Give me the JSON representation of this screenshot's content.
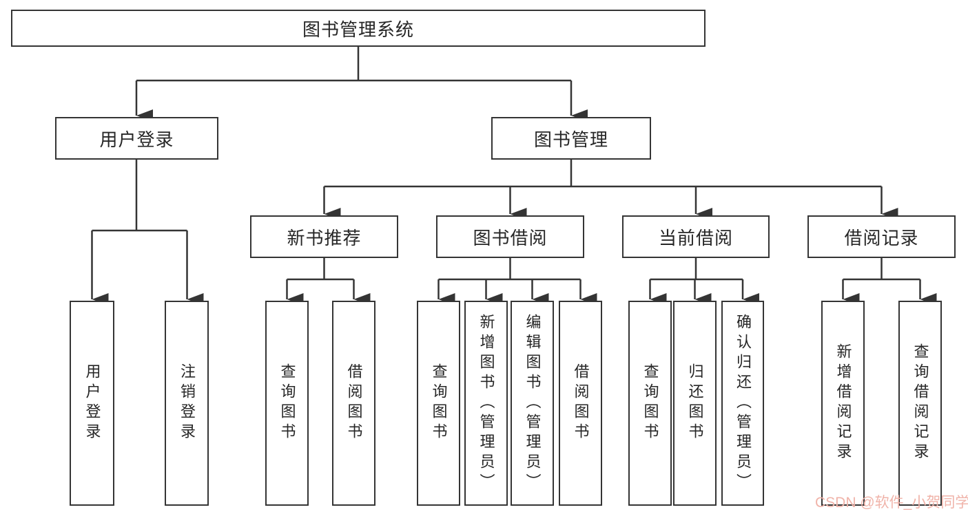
{
  "palette": {
    "line": "#343434",
    "text": "#262626",
    "background": "#ffffff",
    "watermark_color": "#f0b3a9"
  },
  "watermark": {
    "text": "CSDN @软件_小贺同学"
  },
  "tree": {
    "root": {
      "label": "图书管理系统"
    },
    "branches": [
      {
        "label": "用户登录",
        "children": [
          {
            "label": "用户登录"
          },
          {
            "label": "注销登录"
          }
        ]
      },
      {
        "label": "图书管理",
        "sections": [
          {
            "label": "新书推荐",
            "children": [
              {
                "label": "查询图书"
              },
              {
                "label": "借阅图书"
              }
            ]
          },
          {
            "label": "图书借阅",
            "children": [
              {
                "label": "查询图书"
              },
              {
                "label": "新增图书（管理员）"
              },
              {
                "label": "编辑图书（管理员）"
              },
              {
                "label": "借阅图书"
              }
            ]
          },
          {
            "label": "当前借阅",
            "children": [
              {
                "label": "查询图书"
              },
              {
                "label": "归还图书"
              },
              {
                "label": "确认归还（管理员）"
              }
            ]
          },
          {
            "label": "借阅记录",
            "children": [
              {
                "label": "新增借阅记录"
              },
              {
                "label": "查询借阅记录"
              }
            ]
          }
        ]
      }
    ]
  }
}
